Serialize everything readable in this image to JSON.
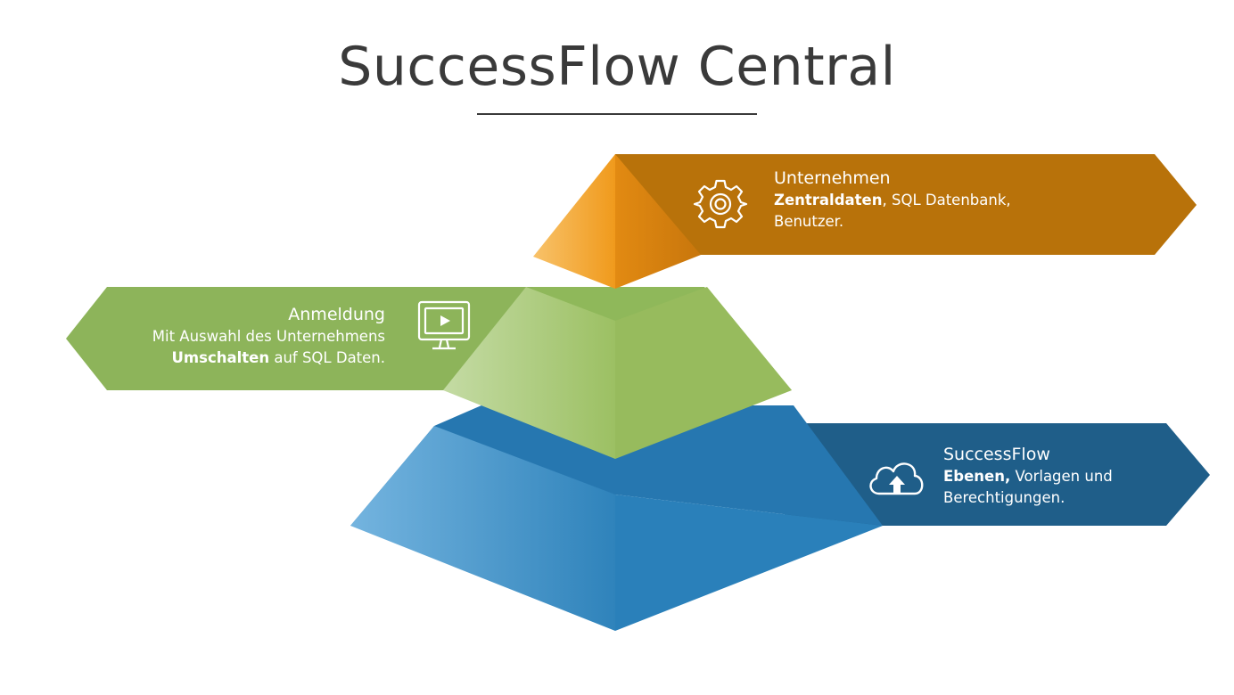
{
  "title": "SuccessFlow Central",
  "colors": {
    "orange_band": "#b8720a",
    "orange_light": "#f6b550",
    "orange_dark": "#d98412",
    "green_band": "#8db45a",
    "green_light": "#bdd59a",
    "green_dark": "#97bb5d",
    "blue_band": "#1f5e89",
    "blue_light": "#6aaedb",
    "blue_dark": "#2c80b8",
    "title": "#3a3a3a"
  },
  "levels": {
    "top": {
      "heading": "Unternehmen",
      "bold": "Zentraldaten",
      "rest": ", SQL Datenbank,",
      "line2": "Benutzer.",
      "icon": "gear-icon"
    },
    "middle": {
      "heading": "Anmeldung",
      "line1": "Mit Auswahl des Unternehmens",
      "bold": "Umschalten",
      "rest": " auf SQL Daten.",
      "icon": "monitor-play-icon"
    },
    "bottom": {
      "heading": "SuccessFlow",
      "bold": "Ebenen,",
      "rest": " Vorlagen und",
      "line2": "Berechtigungen.",
      "icon": "cloud-upload-icon"
    }
  }
}
